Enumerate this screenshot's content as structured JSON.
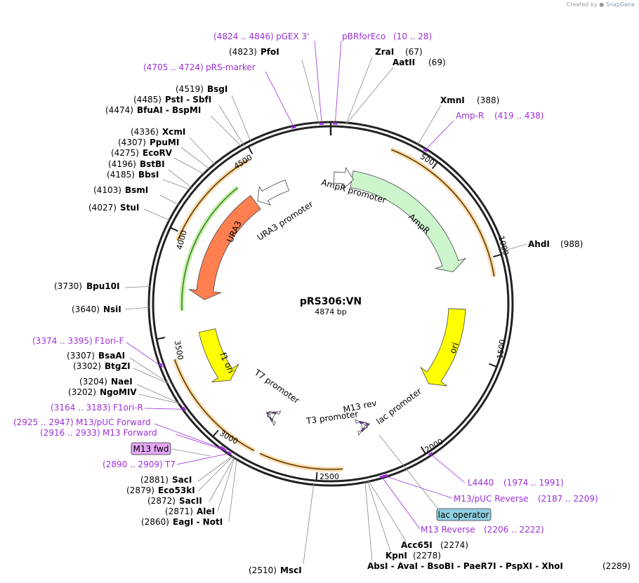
{
  "credit": {
    "created_by": "Created by",
    "brand": "SnapGene"
  },
  "plasmid": {
    "name": "pRS306:VN",
    "length": "4874 bp"
  },
  "ticks": [
    "500",
    "1000",
    "1500",
    "2000",
    "2500",
    "3000",
    "3500",
    "4000",
    "4500"
  ],
  "features": {
    "ampr_promoter": "AmpR promoter",
    "ampr": "AmpR",
    "ori": "ori",
    "lac_promoter": "lac promoter",
    "m13_rev": "M13 rev",
    "t3_promoter": "T3 promoter",
    "t7_promoter": "T7 promoter",
    "f1_ori": "f1 ori",
    "ura3": "URA3",
    "ura3_promoter": "URA3 promoter"
  },
  "enzymes": [
    {
      "pos": "(4823)",
      "name": "PfoI"
    },
    {
      "pos": "(67)",
      "name": "ZraI"
    },
    {
      "pos": "(69)",
      "name": "AatII"
    },
    {
      "pos": "(388)",
      "name": "XmnI"
    },
    {
      "pos": "(988)",
      "name": "AhdI"
    },
    {
      "pos": "(4519)",
      "name": "BsgI"
    },
    {
      "pos": "(4485)",
      "name": "PstI - SbfI"
    },
    {
      "pos": "(4474)",
      "name": "BfuAI - BspMI"
    },
    {
      "pos": "(4336)",
      "name": "XcmI"
    },
    {
      "pos": "(4307)",
      "name": "PpuMI"
    },
    {
      "pos": "(4275)",
      "name": "EcoRV"
    },
    {
      "pos": "(4196)",
      "name": "BstBI"
    },
    {
      "pos": "(4185)",
      "name": "BbsI"
    },
    {
      "pos": "(4103)",
      "name": "BsmI"
    },
    {
      "pos": "(4027)",
      "name": "StuI"
    },
    {
      "pos": "(3730)",
      "name": "Bpu10I"
    },
    {
      "pos": "(3640)",
      "name": "NsiI"
    },
    {
      "pos": "(3307)",
      "name": "BsaAI"
    },
    {
      "pos": "(3302)",
      "name": "BtgZI"
    },
    {
      "pos": "(3204)",
      "name": "NaeI"
    },
    {
      "pos": "(3202)",
      "name": "NgoMIV"
    },
    {
      "pos": "(2881)",
      "name": "SacI"
    },
    {
      "pos": "(2879)",
      "name": "Eco53kI"
    },
    {
      "pos": "(2872)",
      "name": "SacII"
    },
    {
      "pos": "(2871)",
      "name": "AleI"
    },
    {
      "pos": "(2860)",
      "name": "EagI - NotI"
    },
    {
      "pos": "(2510)",
      "name": "MscI"
    },
    {
      "pos": "(2274)",
      "name": "Acc65I"
    },
    {
      "pos": "(2278)",
      "name": "KpnI"
    },
    {
      "pos": "(2289)",
      "name": "AbsI - AvaI - BsoBI - PaeR7I - PspXI - XhoI"
    }
  ],
  "primers": [
    {
      "range": "(4824 .. 4846)",
      "name": "pGEX 3'"
    },
    {
      "range": "(10 .. 28)",
      "name": "pBRforEco"
    },
    {
      "range": "(4705 .. 4724)",
      "name": "pRS-marker"
    },
    {
      "range": "(419 .. 438)",
      "name": "Amp-R"
    },
    {
      "range": "(3374 .. 3395)",
      "name": "F1ori-F"
    },
    {
      "range": "(3164 .. 3183)",
      "name": "F1ori-R"
    },
    {
      "range": "(2925 .. 2947)",
      "name": "M13/pUC Forward"
    },
    {
      "range": "(2916 .. 2933)",
      "name": "M13 Forward"
    },
    {
      "range": "(2890 .. 2909)",
      "name": "T7"
    },
    {
      "range": "(1974 .. 1991)",
      "name": "L4440"
    },
    {
      "range": "(2187 .. 2209)",
      "name": "M13/pUC Reverse"
    },
    {
      "range": "(2206 .. 2222)",
      "name": "M13 Reverse"
    }
  ],
  "boxes": {
    "m13_fwd": "M13 fwd",
    "lac_operator": "lac operator"
  },
  "colors": {
    "primer": "#9b30d9",
    "ampr": "#ccf5cc",
    "ori": "#ffff00",
    "ura3": "#ff7f50",
    "orange_arrow": "#f5a623",
    "green_arrow": "#2e8b22",
    "promoter": "#ffffff",
    "m13_fwd_box": "#e3a8f5",
    "lac_operator_box": "#8fd0e0"
  }
}
